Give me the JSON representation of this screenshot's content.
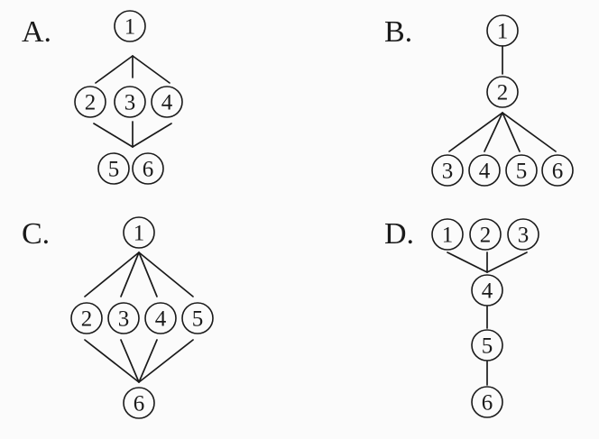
{
  "options": [
    {
      "label": "A.",
      "nodes": [
        "1",
        "2",
        "3",
        "4",
        "5",
        "6"
      ]
    },
    {
      "label": "B.",
      "nodes": [
        "1",
        "2",
        "3",
        "4",
        "5",
        "6"
      ]
    },
    {
      "label": "C.",
      "nodes": [
        "1",
        "2",
        "3",
        "4",
        "5",
        "6"
      ]
    },
    {
      "label": "D.",
      "nodes": [
        "1",
        "2",
        "3",
        "4",
        "5",
        "6"
      ]
    }
  ]
}
